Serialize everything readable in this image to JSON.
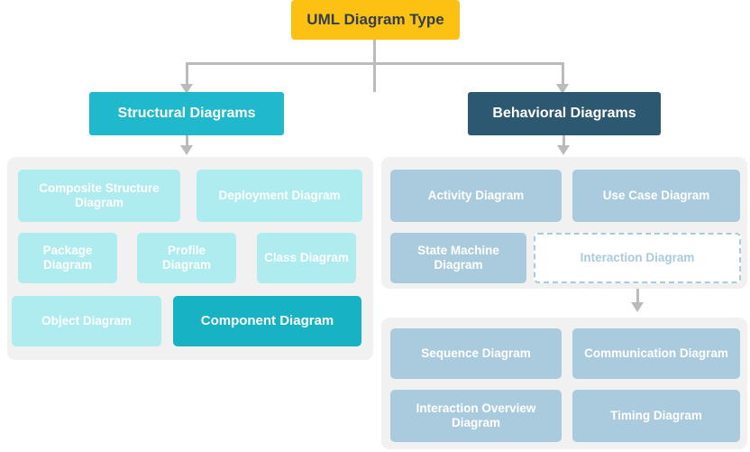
{
  "diagram": {
    "root": {
      "label": "UML Diagram Type",
      "color": "#fdc114"
    },
    "branches": [
      {
        "header": {
          "label": "Structural Diagrams",
          "color": "#1fb8cd"
        },
        "items": [
          {
            "label": "Composite Structure Diagram",
            "style": "cyan"
          },
          {
            "label": "Deployment Diagram",
            "style": "cyan"
          },
          {
            "label": "Package Diagram",
            "style": "cyan"
          },
          {
            "label": "Profile Diagram",
            "style": "cyan"
          },
          {
            "label": "Class Diagram",
            "style": "cyan"
          },
          {
            "label": "Object Diagram",
            "style": "cyan"
          },
          {
            "label": "Component Diagram",
            "style": "teal-highlight"
          }
        ]
      },
      {
        "header": {
          "label": "Behavioral Diagrams",
          "color": "#2d5871"
        },
        "items": [
          {
            "label": "Activity Diagram",
            "style": "blue"
          },
          {
            "label": "Use Case Diagram",
            "style": "blue"
          },
          {
            "label": "State Machine Diagram",
            "style": "blue"
          },
          {
            "label": "Interaction Diagram",
            "style": "dashed-outline"
          }
        ],
        "sub_group": {
          "parent": "Interaction Diagram",
          "items": [
            {
              "label": "Sequence Diagram",
              "style": "blue"
            },
            {
              "label": "Communication Diagram",
              "style": "blue"
            },
            {
              "label": "Interaction Overview Diagram",
              "style": "blue"
            },
            {
              "label": "Timing Diagram",
              "style": "blue"
            }
          ]
        }
      }
    ],
    "colors": {
      "root_fill": "#fdc114",
      "root_text": "#313f4c",
      "structural_header": "#1fb8cd",
      "behavioral_header": "#2d5871",
      "structural_leaf": "#aeecf0",
      "highlight_leaf": "#17b3c4",
      "behavioral_leaf": "#a9cbdd",
      "panel_bg": "#f1f1f1",
      "connector": "#b9bbbd",
      "leaf_text": "#ffffff"
    }
  }
}
